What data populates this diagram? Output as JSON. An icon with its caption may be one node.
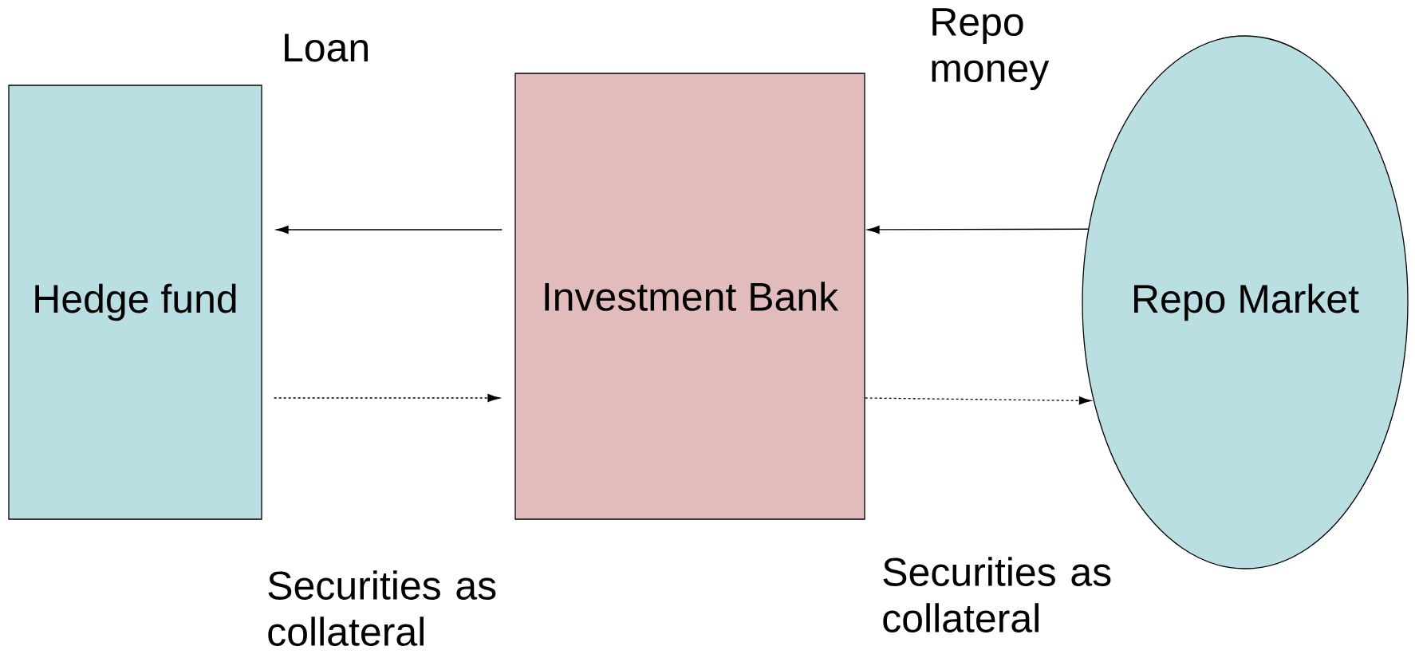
{
  "diagram": {
    "nodes": [
      {
        "text": [
          "Hedge fund"
        ]
      },
      {
        "text": [
          "Investment Bank"
        ]
      },
      {
        "text": [
          "Repo Market"
        ]
      }
    ],
    "edges": [
      {
        "from": 2,
        "to": 1,
        "arrow": "to",
        "label": "Repo money"
      },
      {
        "from": 1,
        "to": 0,
        "arrow": "to",
        "label": "Loan"
      },
      {
        "from": 0,
        "to": 1,
        "arrow": "to",
        "style": "dashed",
        "label": "Securities as collateral"
      },
      {
        "from": 1,
        "to": 2,
        "arrow": "to",
        "style": "dashed",
        "label": "Securities as collateral"
      }
    ]
  }
}
